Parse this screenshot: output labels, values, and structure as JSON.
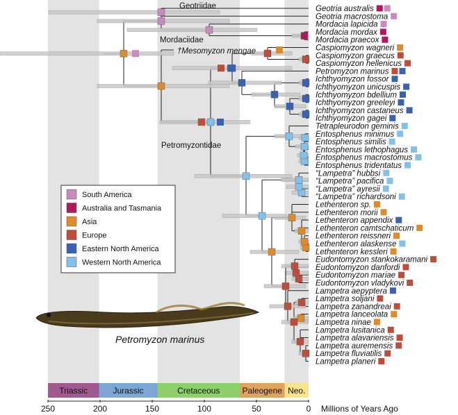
{
  "colors": {
    "south_america": "#c98bbf",
    "australia_tasmania": "#b0185f",
    "asia": "#df8a2c",
    "europe": "#bf4d3c",
    "eastern_na": "#3962b3",
    "western_na": "#82c2ea",
    "band": "#e3e3e3",
    "bar": "#c8c8c8"
  },
  "eras": [
    {
      "label": "Triassic",
      "start": 250,
      "end": 201,
      "color": "#a05a90"
    },
    {
      "label": "Jurassic",
      "start": 201,
      "end": 145,
      "color": "#7ba6d6"
    },
    {
      "label": "Cretaceous",
      "start": 145,
      "end": 66,
      "color": "#8dcf6a"
    },
    {
      "label": "Paleogene",
      "start": 66,
      "end": 23,
      "color": "#e0a35e"
    },
    {
      "label": "Neo.",
      "start": 23,
      "end": 0,
      "color": "#f5e48c"
    }
  ],
  "axis": {
    "ticks": [
      "250",
      "200",
      "150",
      "100",
      "50",
      "0"
    ],
    "label": "Millions of Years Ago"
  },
  "clades": {
    "geotriidae": "Geotriidae",
    "mordaciidae": "Mordaciidae",
    "petromyzontidae": "Petromyzontidae",
    "fossil": "†Mesomyzon mengae"
  },
  "legend": [
    {
      "label": "South America",
      "color_key": "south_america"
    },
    {
      "label": "Australia and Tasmania",
      "color_key": "australia_tasmania"
    },
    {
      "label": "Asia",
      "color_key": "asia"
    },
    {
      "label": "Europe",
      "color_key": "europe"
    },
    {
      "label": "Eastern North America",
      "color_key": "eastern_na"
    },
    {
      "label": "Western North America",
      "color_key": "western_na"
    }
  ],
  "caption": "Petromyzon marinus",
  "taxa": [
    {
      "name": "Geotria australis",
      "regions": [
        "australia_tasmania",
        "south_america"
      ]
    },
    {
      "name": "Geotria macrostoma",
      "regions": [
        "south_america"
      ]
    },
    {
      "name": "Mordacia lapicida",
      "regions": [
        "south_america"
      ]
    },
    {
      "name": "Mordacia mordax",
      "regions": [
        "australia_tasmania"
      ]
    },
    {
      "name": "Mordacia praecox",
      "regions": [
        "australia_tasmania"
      ]
    },
    {
      "name": "Caspiomyzon wagneri",
      "regions": [
        "asia"
      ]
    },
    {
      "name": "Caspiomyzon graecus",
      "regions": [
        "europe"
      ]
    },
    {
      "name": "Caspiomyzon hellenicus",
      "regions": [
        "europe"
      ]
    },
    {
      "name": "Petromyzon marinus",
      "regions": [
        "europe",
        "eastern_na"
      ]
    },
    {
      "name": "Ichthyomyzon fossor",
      "regions": [
        "eastern_na"
      ]
    },
    {
      "name": "Ichthyomyzon unicuspis",
      "regions": [
        "eastern_na"
      ]
    },
    {
      "name": "Ichthyomyzon bdellium",
      "regions": [
        "eastern_na"
      ]
    },
    {
      "name": "Ichthyomyzon greeleyi",
      "regions": [
        "eastern_na"
      ]
    },
    {
      "name": "Ichthyomyzon castaneus",
      "regions": [
        "eastern_na"
      ]
    },
    {
      "name": "Ichthyomyzon gagei",
      "regions": [
        "eastern_na"
      ]
    },
    {
      "name": "Tetrapleurodon geminis",
      "regions": [
        "western_na"
      ]
    },
    {
      "name": "Entosphenus minimus",
      "regions": [
        "western_na"
      ]
    },
    {
      "name": "Entosphenus similis",
      "regions": [
        "western_na"
      ]
    },
    {
      "name": "Entosphenus lethophagus",
      "regions": [
        "western_na"
      ]
    },
    {
      "name": "Entosphenus macrostomus",
      "regions": [
        "western_na"
      ]
    },
    {
      "name": "Entosphenus tridentatus",
      "regions": [
        "western_na"
      ]
    },
    {
      "name": "“Lampetra” hubbsi",
      "regions": [
        "western_na"
      ]
    },
    {
      "name": "“Lampetra” pacifica",
      "regions": [
        "western_na"
      ]
    },
    {
      "name": "“Lampetra” ayresii",
      "regions": [
        "western_na"
      ]
    },
    {
      "name": "“Lampetra” richardsoni",
      "regions": [
        "western_na"
      ]
    },
    {
      "name": "Lethenteron sp.",
      "regions": [
        "asia"
      ]
    },
    {
      "name": "Lethenteron morii",
      "regions": [
        "asia"
      ]
    },
    {
      "name": "Lethenteron appendix",
      "regions": [
        "eastern_na"
      ]
    },
    {
      "name": "Lethenteron camtschaticum",
      "regions": [
        "asia"
      ]
    },
    {
      "name": "Lethenteron reissneri",
      "regions": [
        "asia"
      ]
    },
    {
      "name": "Lethenteron alaskense",
      "regions": [
        "western_na"
      ]
    },
    {
      "name": "Lethenteron kessleri",
      "regions": [
        "asia"
      ]
    },
    {
      "name": "Eudontomyzon stankokaramani",
      "regions": [
        "europe"
      ]
    },
    {
      "name": "Eudontomyzon danfordi",
      "regions": [
        "europe"
      ]
    },
    {
      "name": "Eudontomyzon mariae",
      "regions": [
        "europe"
      ]
    },
    {
      "name": "Eudontomyzon vladykovi",
      "regions": [
        "europe"
      ]
    },
    {
      "name": "Lampetra aepyptera",
      "regions": [
        "eastern_na"
      ]
    },
    {
      "name": "Lampetra soljani",
      "regions": [
        "europe"
      ]
    },
    {
      "name": "Lampetra zanandreai",
      "regions": [
        "europe"
      ]
    },
    {
      "name": "Lampetra lanceolata",
      "regions": [
        "asia"
      ]
    },
    {
      "name": "Lampetra ninae",
      "regions": [
        "asia"
      ]
    },
    {
      "name": "Lampetra lusitanica",
      "regions": [
        "europe"
      ]
    },
    {
      "name": "Lampetra alavariensis",
      "regions": [
        "europe"
      ]
    },
    {
      "name": "Lampetra auremensis",
      "regions": [
        "europe"
      ]
    },
    {
      "name": "Lampetra fluviatilis",
      "regions": [
        "europe"
      ]
    },
    {
      "name": "Lampetra planeri",
      "regions": [
        "europe"
      ]
    }
  ]
}
